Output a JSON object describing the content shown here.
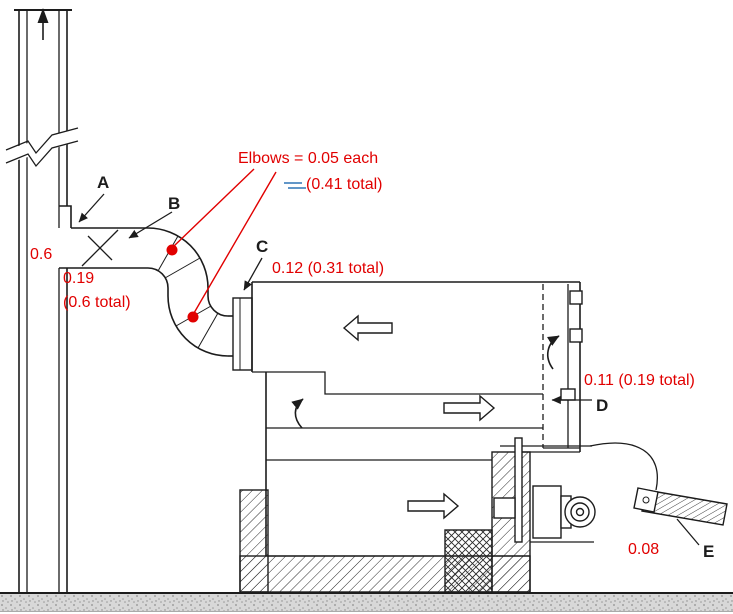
{
  "diagram": {
    "points": {
      "a": "A",
      "b": "B",
      "c": "C",
      "d": "D",
      "e": "E"
    },
    "values": {
      "elbows_note": "Elbows = 0.05 each",
      "elbows_total": "(0.41 total)",
      "stack_loss": "0.6",
      "breeching_loss": "0.19",
      "breeching_total": "(0.6 total)",
      "point_c": "0.12 (0.31 total)",
      "point_d": "0.11 (0.19 total)",
      "point_e": "0.08"
    },
    "colors": {
      "annotation": "#e10000",
      "linework": "#1c1c1c",
      "blue_mark": "#2e75b6"
    }
  }
}
